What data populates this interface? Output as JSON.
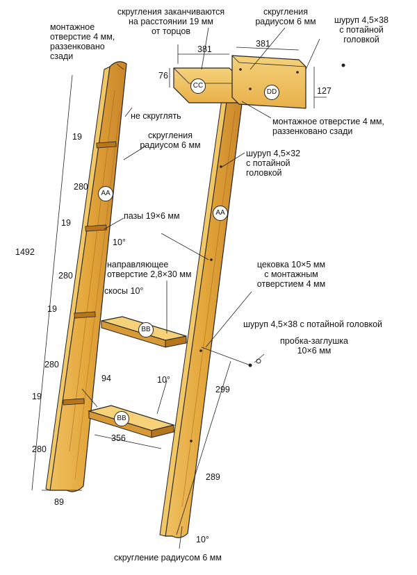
{
  "colors": {
    "wood": "#e3a63a",
    "wood_dark": "#b8761c",
    "wood_light": "#f2c766",
    "grain": "#9a5f16",
    "line": "#222222"
  },
  "parts": {
    "aa1": "AA",
    "aa2": "AA",
    "bb1": "BB",
    "bb2": "BB",
    "cc": "CC",
    "dd": "DD"
  },
  "labels": {
    "mount_hole_1": "монтажное\nотверстие 4 мм,\nраззенковано\nсзади",
    "rounds_end": "скругления заканчиваются\nна расстоянии 19 мм\nот торцов",
    "rounds_r6_top": "скругления\nрадиусом 6 мм",
    "screw_38_top": "шуруп 4,5×38\nс потайной\nголовкой",
    "no_round": "не скруглять",
    "rounds_r6_mid": "скругления\nрадиусом 6 мм",
    "mount_hole_2": "монтажное отверстие 4 мм,\nраззенковано сзади",
    "screw_32": "шуруп 4,5×32\nс потайной\nголовкой",
    "grooves": "пазы 19×6 мм",
    "pilot_hole": "направляющее\nотверстие 2,8×30 мм",
    "counterbore": "цековка 10×5 мм\nс монтажным\nотверстием 4 мм",
    "bevels": "скосы 10°",
    "screw_38_side": "шуруп 4,5×38 с потайной головкой",
    "plug": "пробка-заглушка\n10×6 мм",
    "bottom_round": "скругление радиусом 6 мм"
  },
  "dimensions": {
    "d381_a": "381",
    "d381_b": "381",
    "d76": "76",
    "d127": "127",
    "d19_a": "19",
    "d280_a": "280",
    "d19_b": "19",
    "d10_a": "10°",
    "d1492": "1492",
    "d280_b": "280",
    "d19_c": "19",
    "d280_c": "280",
    "d94": "94",
    "d10_b": "10°",
    "d19_d": "19",
    "d299": "299",
    "d356": "356",
    "d280_d": "280",
    "d289": "289",
    "d89": "89",
    "d10_c": "10°"
  }
}
